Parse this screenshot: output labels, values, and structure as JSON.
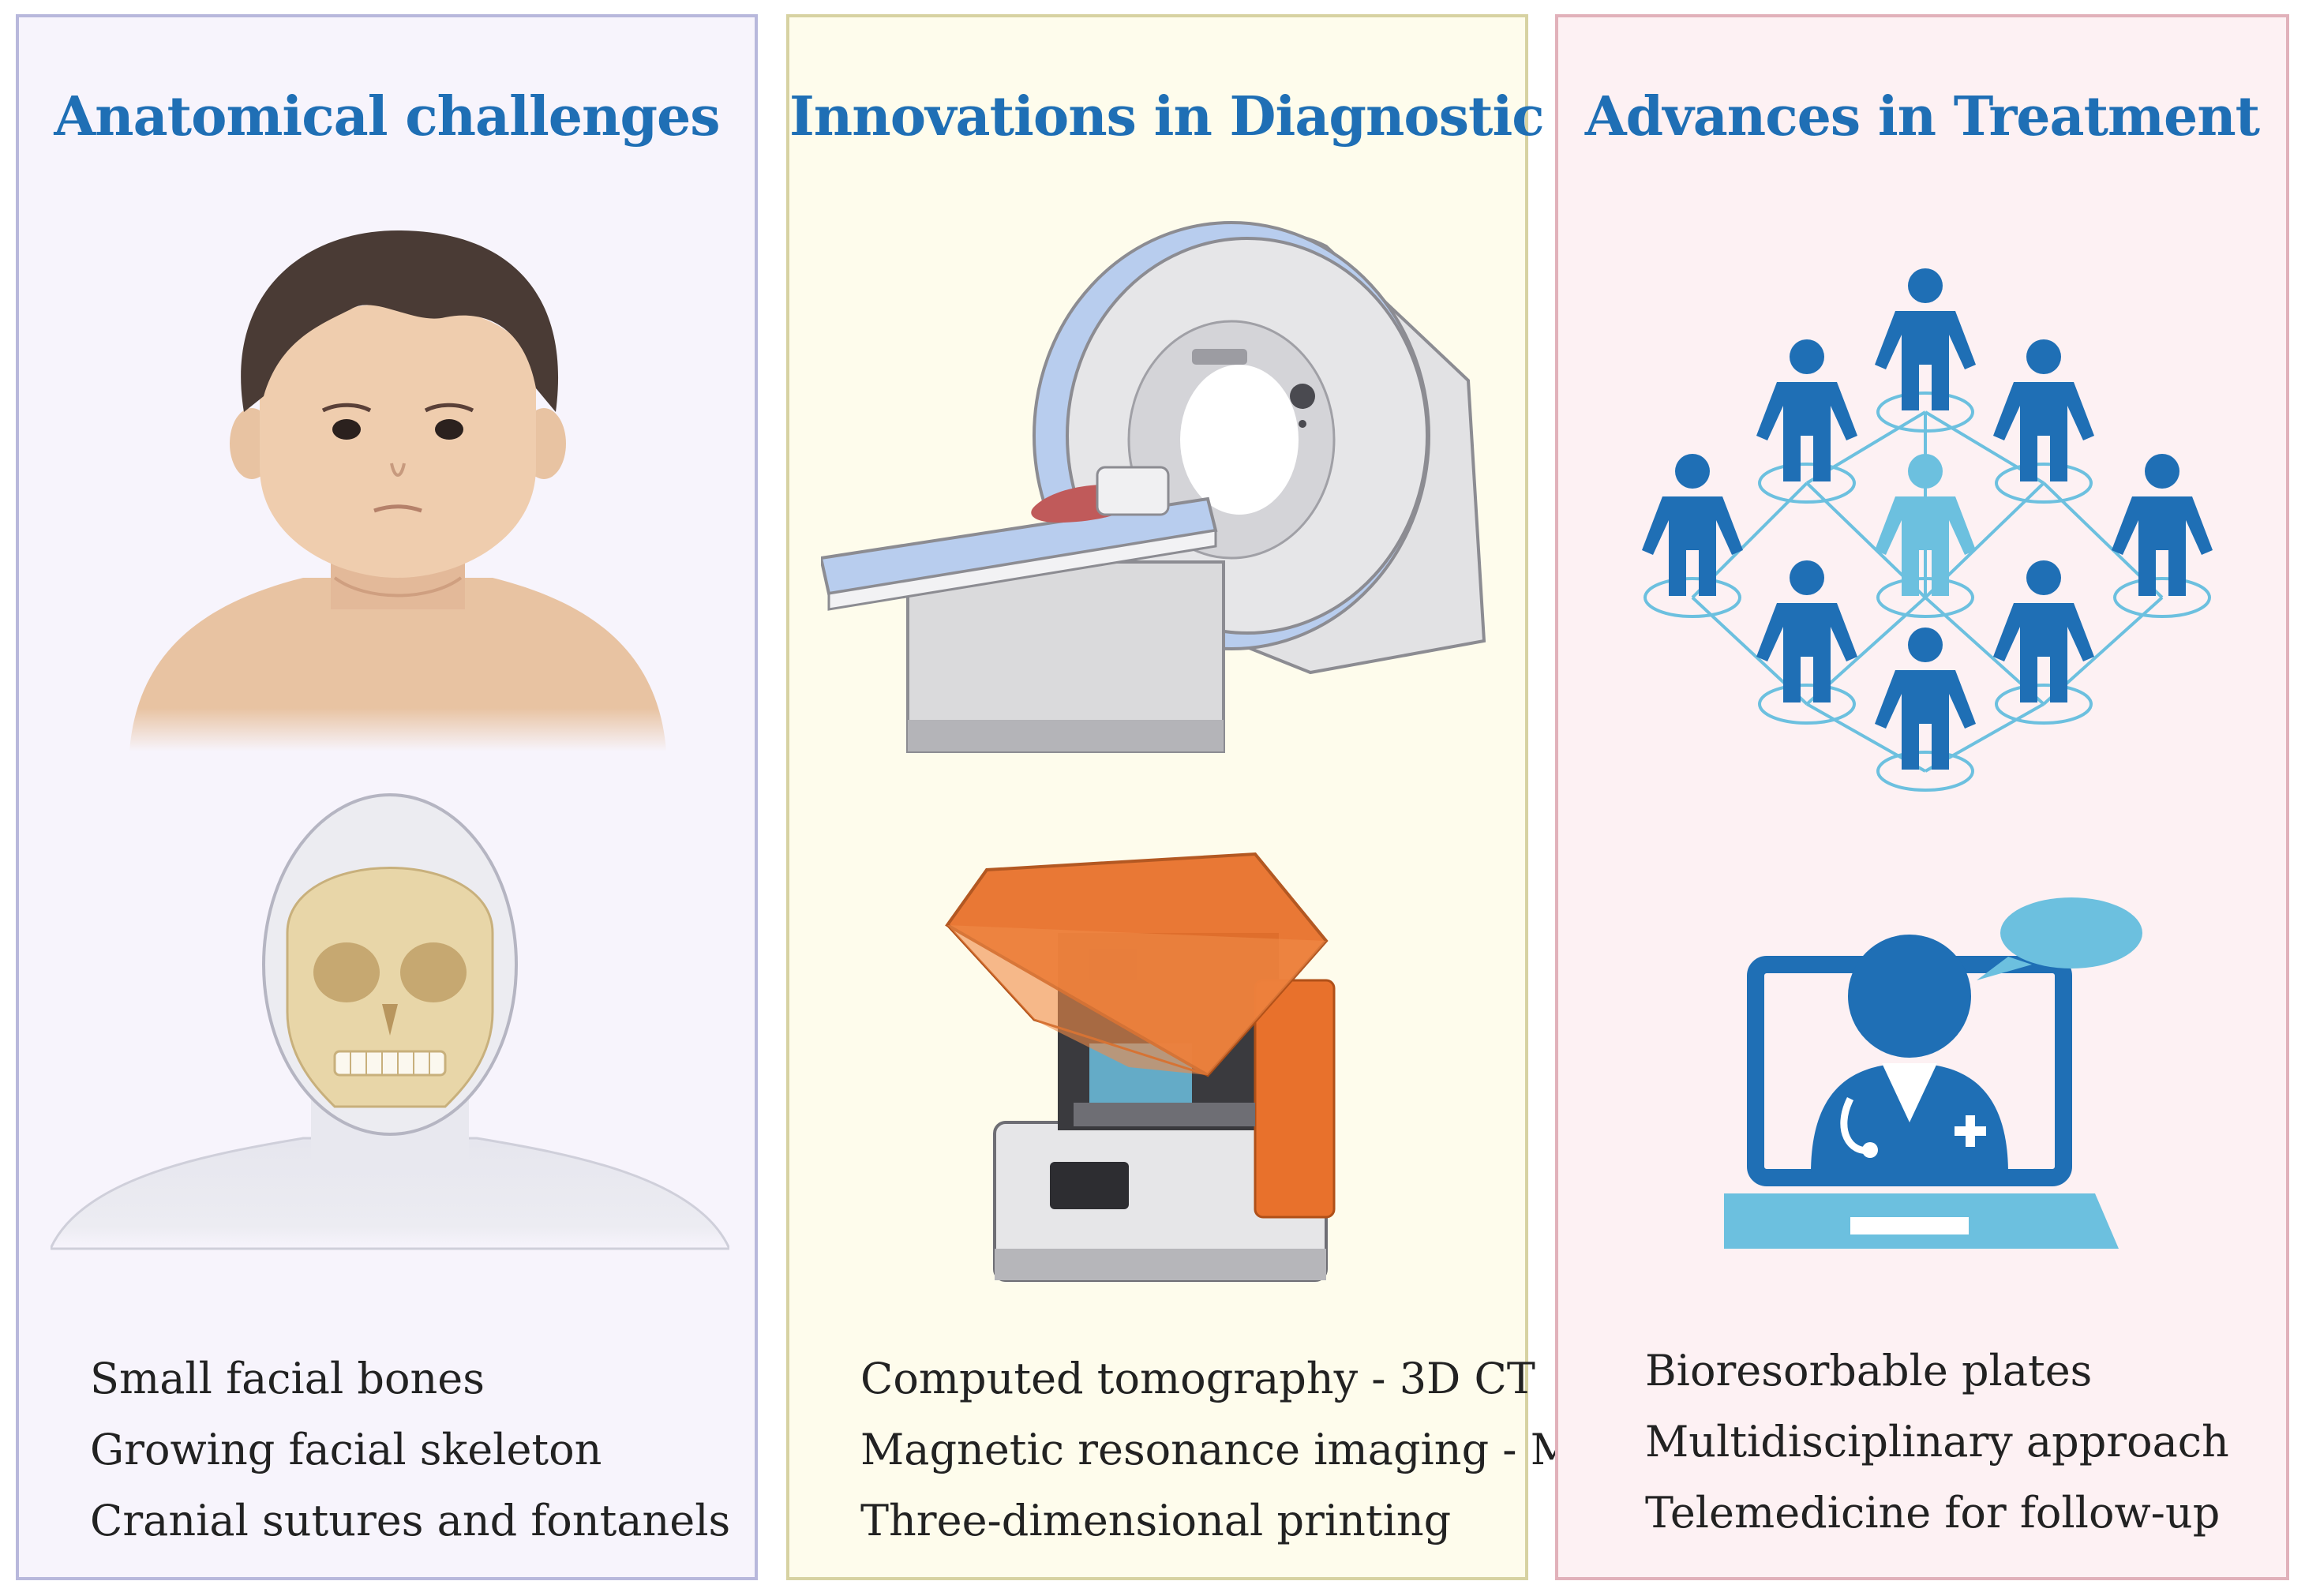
{
  "panels": [
    {
      "title": "Anatomical challenges",
      "items": [
        "Small facial bones",
        "Growing facial skeleton",
        "Cranial sutures and fontanels"
      ]
    },
    {
      "title": "Innovations in Diagnostic",
      "items": [
        "Computed tomography - 3D CT",
        "Magnetic resonance imaging - MRI",
        "Three-dimensional printing"
      ]
    },
    {
      "title": "Advances in Treatment",
      "items": [
        "Bioresorbable plates",
        "Multidisciplinary approach",
        "Telemedicine for follow-up"
      ]
    }
  ],
  "colors": {
    "title": "#1f6fb5",
    "panel1_bg": "#f7f4fc",
    "panel2_bg": "#fefcec",
    "panel3_bg": "#fdf1f3",
    "network_blue": "#1f6fb5",
    "network_light": "#6cc0df",
    "printer_orange": "#e8712c"
  },
  "icons": [
    "child-portrait-icon",
    "skull-icon",
    "mri-scanner-icon",
    "3d-printer-icon",
    "people-network-icon",
    "telemedicine-doctor-icon"
  ]
}
